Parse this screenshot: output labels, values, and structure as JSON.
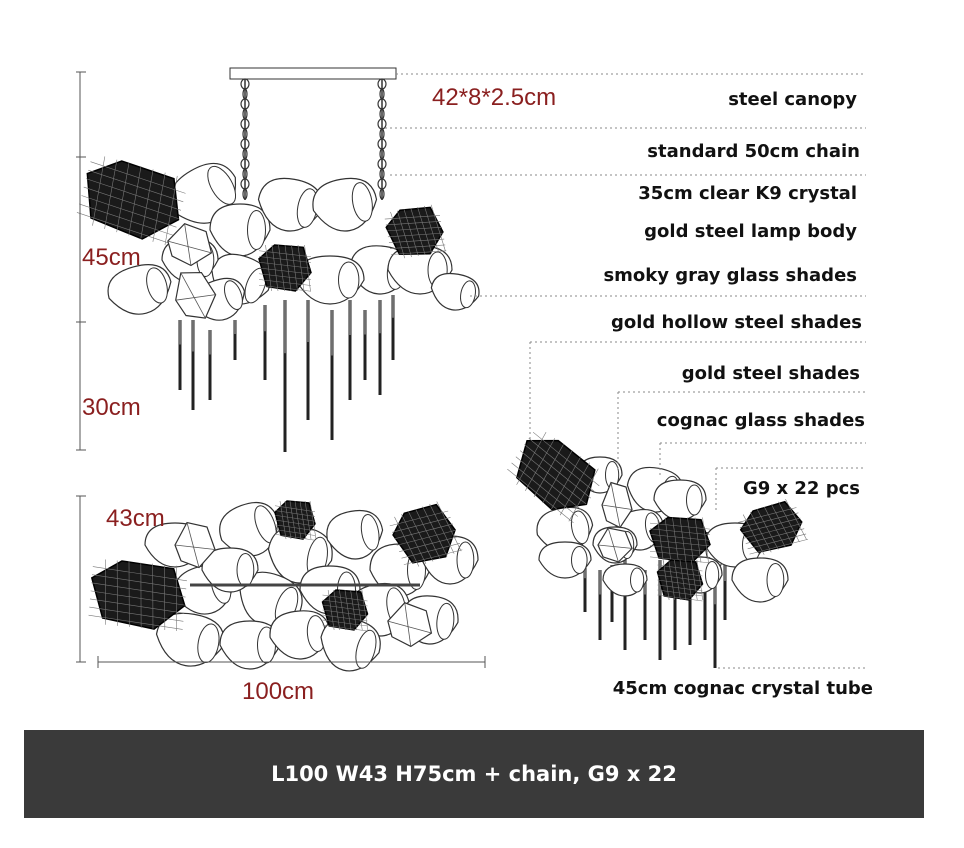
{
  "dimensions": {
    "canopy_size": "42*8*2.5cm",
    "height_body": "45cm",
    "height_tubes": "30cm",
    "width": "43cm",
    "length": "100cm"
  },
  "specs": [
    "steel canopy",
    "standard 50cm chain",
    "35cm clear K9 crystal",
    "gold steel lamp body",
    "smoky gray glass shades",
    "gold hollow steel shades",
    "gold steel shades",
    "cognac glass shades",
    "G9 x 22 pcs",
    "45cm cognac crystal tube"
  ],
  "footer": {
    "summary": "L100 W43 H75cm + chain, G9 x 22"
  },
  "colors": {
    "dimension_text": "#8a1f1f",
    "footer_background": "#3a3a3a",
    "footer_text": "#ffffff"
  }
}
